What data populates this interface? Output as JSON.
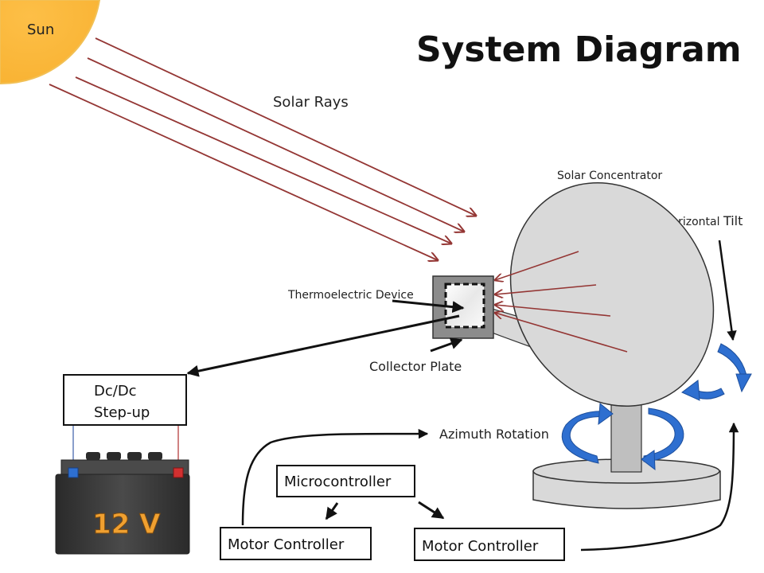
{
  "title": "System Diagram",
  "labels": {
    "sun": "Sun",
    "solar_rays": "Solar Rays",
    "solar_concentrator": "Solar Concentrator",
    "horizontal_tilt_prefix": "Horizontal",
    "horizontal_tilt_suffix": "Tilt",
    "thermoelectric_device": "Thermoelectric Device",
    "collector_plate": "Collector Plate",
    "azimuth_rotation": "Azimuth Rotation"
  },
  "boxes": {
    "dcdc_line1": "Dc/Dc",
    "dcdc_line2": "Step-up",
    "microcontroller": "Microcontroller",
    "motor_controller_left": "Motor Controller",
    "motor_controller_right": "Motor Controller"
  },
  "battery": {
    "label": "12 V"
  },
  "colors": {
    "sun": "#FDB93B",
    "sun_edge": "#F7C04A",
    "ray": "#943634",
    "rotation_arrow": "#2E6FD0",
    "dish": "#D9D9D9",
    "battery_body": "#3A3A3A",
    "battery_label": "#F0A030"
  }
}
